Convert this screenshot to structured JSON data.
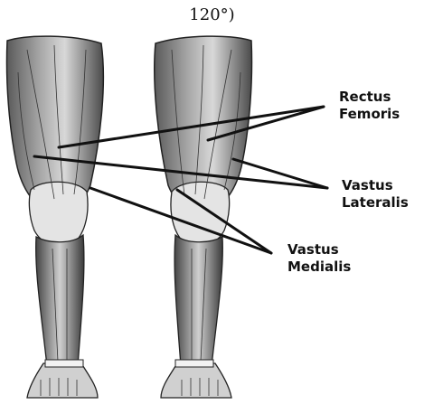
{
  "caption": "120°)",
  "labels": {
    "rectus_femoris": [
      "Rectus",
      "Femoris"
    ],
    "vastus_lateralis": [
      "Vastus",
      "Lateralis"
    ],
    "vastus_medialis": [
      "Vastus",
      "Medialis"
    ]
  }
}
